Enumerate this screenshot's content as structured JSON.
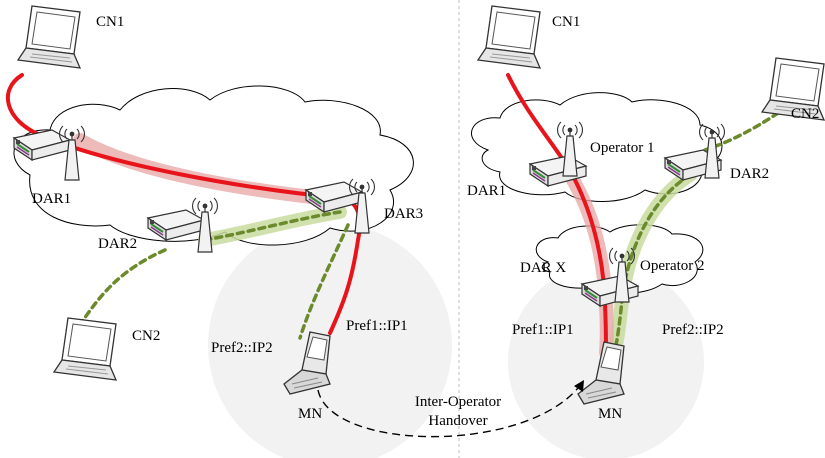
{
  "labels": {
    "cn1_left": "CN1",
    "dar1_left": "DAR1",
    "dar2_left": "DAR2",
    "dar3_left": "DAR3",
    "cn2_left": "CN2",
    "pref2_left": "Pref2::IP2",
    "pref1_left": "Pref1::IP1",
    "mn_left": "MN",
    "handover_line1": "Inter-Operator",
    "handover_line2": "Handover",
    "cn1_right": "CN1",
    "operator1": "Operator 1",
    "dar1_right": "DAR1",
    "dar2_right": "DAR2",
    "cn2_right": "CN2",
    "darx": "DAR X",
    "operator2": "Operator 2",
    "pref1_right": "Pref1::IP1",
    "pref2_right": "Pref2::IP2",
    "mn_right": "MN"
  },
  "colors": {
    "active_path": "#e8141c",
    "alt_path": "#6b8a2b",
    "coverage": "#f2f2f2"
  },
  "icons": [
    "laptop-icon",
    "router-icon",
    "mobile-phone-icon",
    "antenna-icon",
    "cloud-icon"
  ]
}
